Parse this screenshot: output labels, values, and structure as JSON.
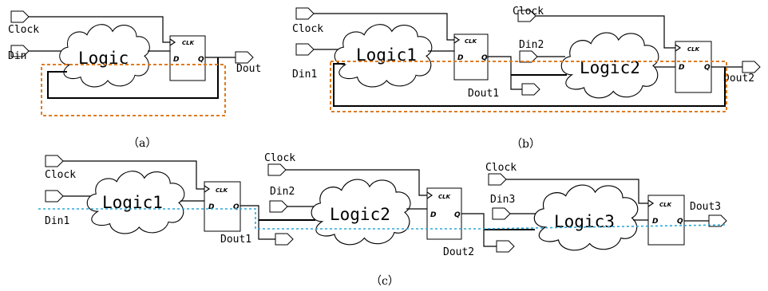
{
  "diagrams": {
    "a": {
      "caption": "（a）",
      "clock": "Clock",
      "din": "Din",
      "logic": "Logic",
      "dout": "Dout",
      "ff": {
        "clk": "CLK",
        "d": "D",
        "q": "Q"
      }
    },
    "b": {
      "caption": "（b）",
      "clock1": "Clock",
      "din1": "Din1",
      "logic1": "Logic1",
      "dout1": "Dout1",
      "clock2": "Clock",
      "din2": "Din2",
      "logic2": "Logic2",
      "dout2": "Dout2",
      "ff1": {
        "clk": "CLK",
        "d": "D",
        "q": "Q"
      },
      "ff2": {
        "clk": "CLK",
        "d": "D",
        "q": "Q"
      }
    },
    "c": {
      "caption": "（c）",
      "clock1": "Clock",
      "din1": "Din1",
      "logic1": "Logic1",
      "dout1": "Dout1",
      "clock2": "Clock",
      "din2": "Din2",
      "logic2": "Logic2",
      "dout2": "Dout2",
      "clock3": "Clock",
      "din3": "Din3",
      "logic3": "Logic3",
      "dout3": "Dout3",
      "ff1": {
        "clk": "CLK",
        "d": "D",
        "q": "Q"
      },
      "ff2": {
        "clk": "CLK",
        "d": "D",
        "q": "Q"
      },
      "ff3": {
        "clk": "CLK",
        "d": "D",
        "q": "Q"
      }
    }
  },
  "colors": {
    "feedback_path": "#e07b1f",
    "critical_path": "#2aa9d6"
  }
}
